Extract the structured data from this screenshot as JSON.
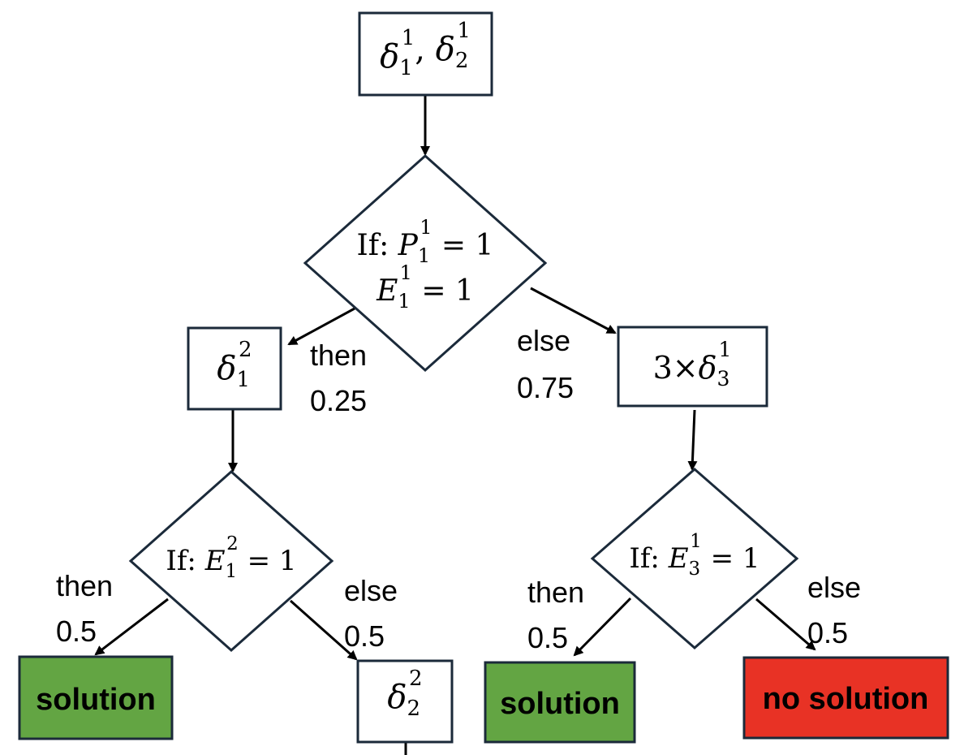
{
  "nodes": {
    "start": {
      "sym": "δ",
      "a_sub": "1",
      "a_sup": "1",
      "sep": ", ",
      "b_sub": "2",
      "b_sup": "1"
    },
    "dec1": {
      "if": "If: ",
      "l1_var": "P",
      "l1_sub": "1",
      "l1_sup": "1",
      "eq": " = 1",
      "l2_var": "E",
      "l2_sub": "1",
      "l2_sup": "1"
    },
    "left_box": {
      "sym": "δ",
      "sub": "1",
      "sup": "2"
    },
    "right_box": {
      "prefix": "3×",
      "sym": "δ",
      "sub": "3",
      "sup": "1"
    },
    "dec2": {
      "if": "If: ",
      "var": "E",
      "sub": "1",
      "sup": "2",
      "eq": " = 1"
    },
    "dec3": {
      "if": "If: ",
      "var": "E",
      "sub": "3",
      "sup": "1",
      "eq": " = 1"
    },
    "sub_box": {
      "sym": "δ",
      "sub": "2",
      "sup": "2"
    },
    "sol_left": "solution",
    "sol_right": "solution",
    "no_sol": "no solution"
  },
  "edges": {
    "dec1_then": {
      "word": "then",
      "prob": "0.25"
    },
    "dec1_else": {
      "word": "else",
      "prob": "0.75"
    },
    "dec2_then": {
      "word": "then",
      "prob": "0.5"
    },
    "dec2_else": {
      "word": "else",
      "prob": "0.5"
    },
    "dec3_then": {
      "word": "then",
      "prob": "0.5"
    },
    "dec3_else": {
      "word": "else",
      "prob": "0.5"
    }
  },
  "colors": {
    "solution": "#63a543",
    "no_solution": "#e83225",
    "outline": "#1b2a3a"
  }
}
